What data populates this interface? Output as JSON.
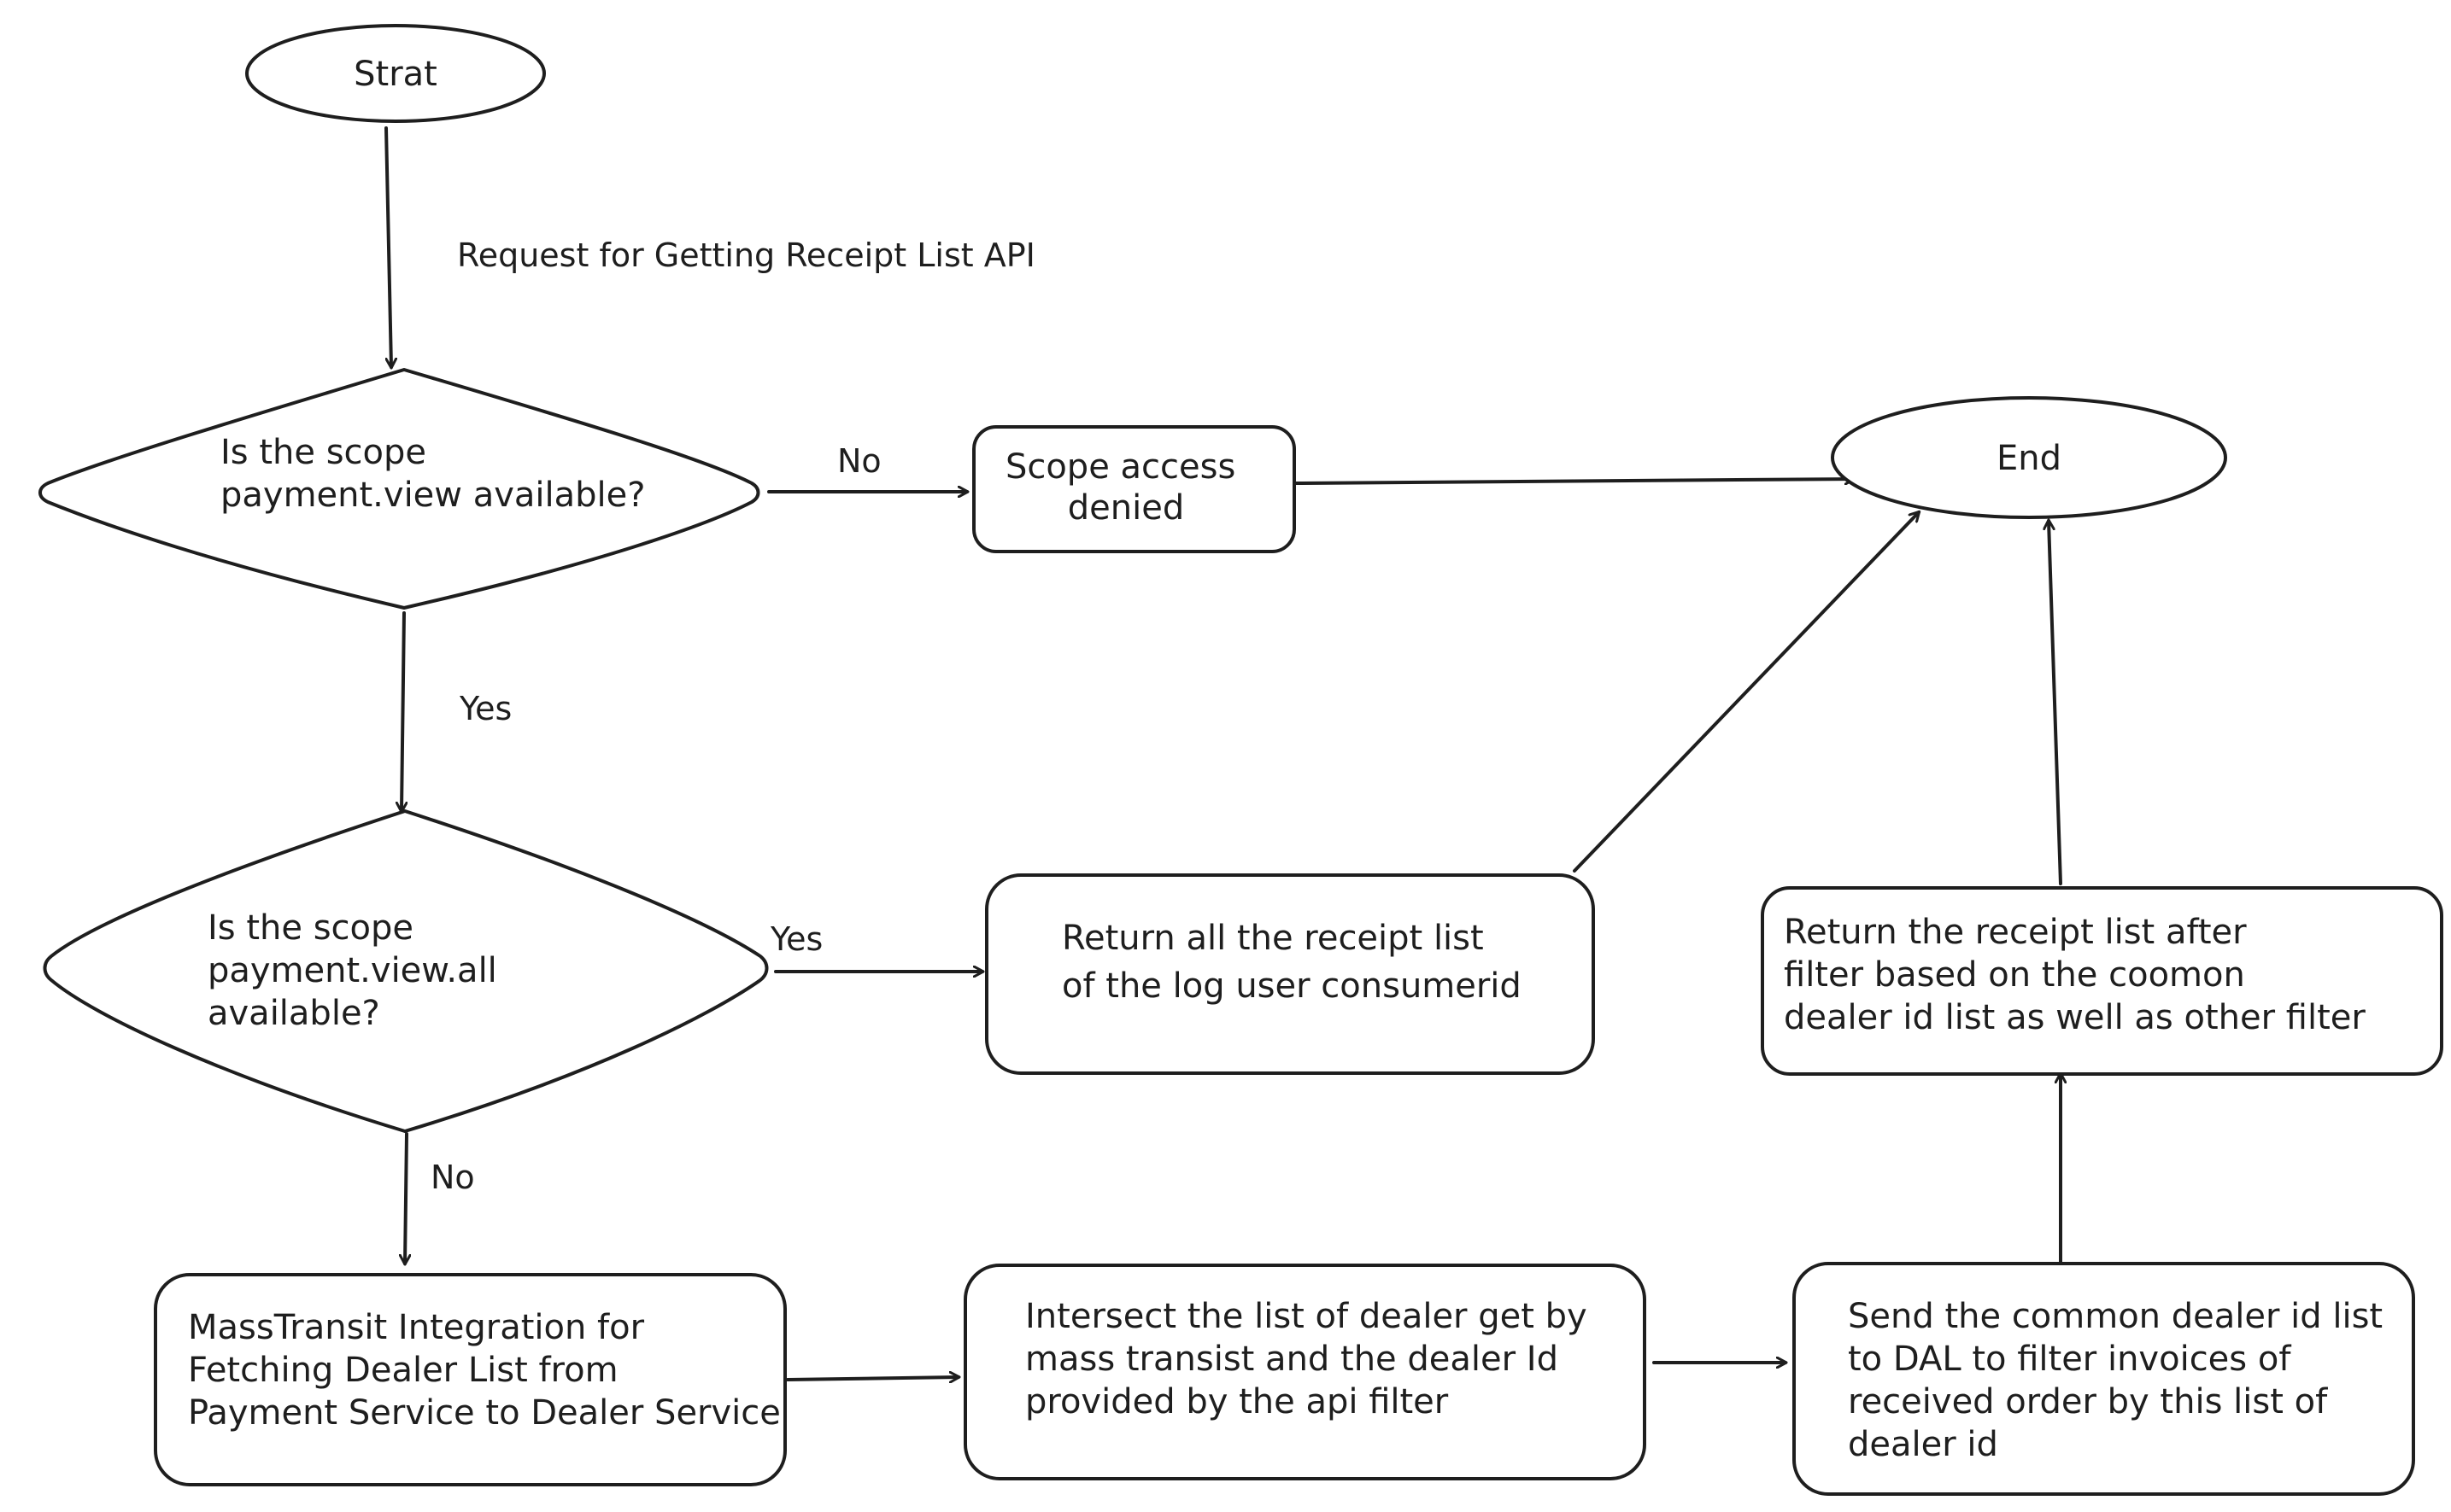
{
  "diagram": {
    "nodes": {
      "start": {
        "label": "Strat"
      },
      "end": {
        "label": "End"
      },
      "scope_view_check": {
        "lines": [
          "Is the scope",
          "payment.view available?"
        ]
      },
      "scope_denied": {
        "lines": [
          "Scope access",
          "denied"
        ]
      },
      "scope_view_all_check": {
        "lines": [
          "Is the scope",
          "payment.view.all",
          "available?"
        ]
      },
      "return_all": {
        "lines": [
          "Return all the receipt list",
          "of the log user consumerid"
        ]
      },
      "return_filtered": {
        "lines": [
          "Return the receipt list after",
          "filter based on the coomon",
          "dealer id list as well as other filter"
        ]
      },
      "masstransit": {
        "lines": [
          "MassTransit Integration for",
          " Fetching Dealer List from",
          "Payment Service to Dealer Service"
        ]
      },
      "intersect": {
        "lines": [
          "Intersect the list of dealer get by",
          "mass transist and the dealer Id",
          " provided by the api filter"
        ]
      },
      "send_dal": {
        "lines": [
          "Send the common dealer id list",
          "to DAL to filter invoices of",
          "received order by this list of",
          " dealer id"
        ]
      }
    },
    "edges": {
      "request": "Request for Getting Receipt List API",
      "no_1": "No",
      "yes_1": "Yes",
      "yes_2": "Yes",
      "no_2": "No"
    }
  }
}
